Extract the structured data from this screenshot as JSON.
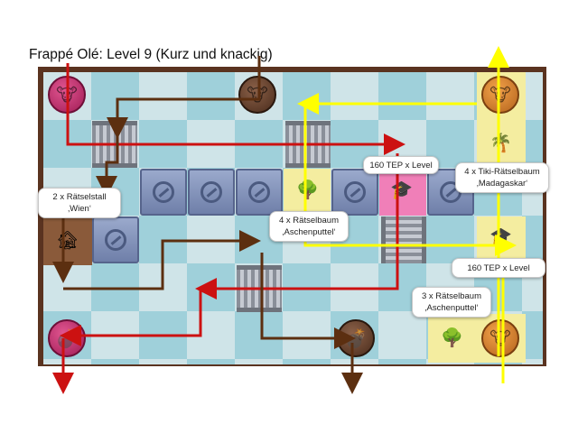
{
  "title": "Frappé Olé: Level 9 (Kurz und knackig)",
  "callouts": {
    "tep_top": "160 TEP x Level",
    "tiki": "4 x Tiki-Rätselbaum ‚Madagaskar‘",
    "stall": "2 x Rätselstall ‚Wien‘",
    "baum4": "4 x Rätselbaum ‚Aschenputtel‘",
    "tep_right": "160 TEP x Level",
    "baum3": "3 x Rätselbaum ‚Aschenputtel‘"
  },
  "colors": {
    "red_path": "#cc1111",
    "brown_path": "#5c2f10",
    "yellow_path": "#ffff00",
    "board_frame": "#5a3320"
  },
  "icons": {
    "coin_pink": "cow-face-icon",
    "coin_brown": "cow-face-icon",
    "coin_orange": "cow-face-icon",
    "graduation": "graduation-cap-icon",
    "tree": "puzzle-tree-icon",
    "barn": "puzzle-barn-icon",
    "bomb": "bomb-icon"
  }
}
